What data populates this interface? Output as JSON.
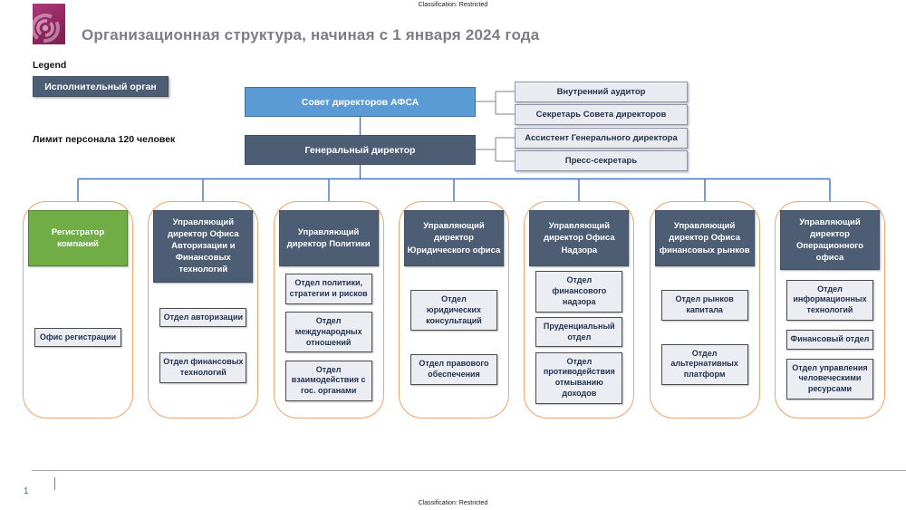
{
  "meta": {
    "classification_top": "Classification: Restricted",
    "classification_bottom": "Classification: Restricted",
    "page_number": "1"
  },
  "header": {
    "title": "Организационная структура, начиная с 1 января 2024 года"
  },
  "legend": {
    "label": "Legend",
    "executive_body": "Исполнительный орган",
    "staff_limit": "Лимит персонала 120 человек"
  },
  "colors": {
    "executive": "#4d5d74",
    "board_blue": "#5b9bd5",
    "registrar_green": "#70ad47",
    "container_border_orange": "#eda36b",
    "connector_blue": "#4472c4",
    "connector_gray": "#808080"
  },
  "org": {
    "board": "Совет директоров АФСА",
    "board_reports": [
      "Внутренний аудитор",
      "Секретарь Совета директоров"
    ],
    "ceo": "Генеральный директор",
    "ceo_reports": [
      "Ассистент Генерального директора",
      "Пресс-секретарь"
    ],
    "columns": [
      {
        "header": "Регистратор компаний",
        "style": "green",
        "departments": [
          "Офис регистрации"
        ]
      },
      {
        "header": "Управляющий директор Офиса Авторизации и Финансовых технологий",
        "style": "slate",
        "departments": [
          "Отдел авторизации",
          "Отдел финансовых технологий"
        ]
      },
      {
        "header": "Управляющий директор Политики",
        "style": "slate",
        "departments": [
          "Отдел политики, стратегии и рисков",
          "Отдел международных отношений",
          "Отдел взаимодействия с гос. органами"
        ]
      },
      {
        "header": "Управляющий директор Юридического офиса",
        "style": "slate",
        "departments": [
          "Отдел юридических консультаций",
          "Отдел правового обеспечения"
        ]
      },
      {
        "header": "Управляющий директор Офиса Надзора",
        "style": "slate",
        "departments": [
          "Отдел финансового надзора",
          "Пруденциальный отдел",
          "Отдел противодействия отмыванию доходов"
        ]
      },
      {
        "header": "Управляющий директор Офиса финансовых рынков",
        "style": "slate",
        "departments": [
          "Отдел рынков капитала",
          "Отдел альтернативных платформ"
        ]
      },
      {
        "header": "Управляющий директор Операционного офиса",
        "style": "slate",
        "departments": [
          "Отдел информационных технологий",
          "Финансовый отдел",
          "Отдел управления человеческими ресурсами"
        ]
      }
    ]
  }
}
